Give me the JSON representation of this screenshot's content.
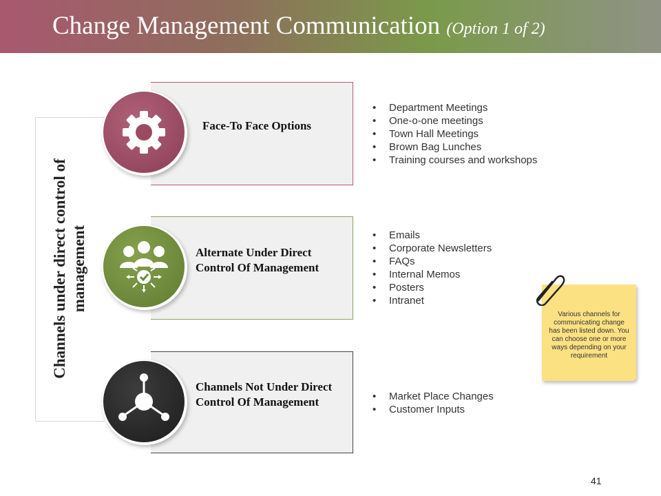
{
  "header": {
    "title": "Change Management Communication",
    "subtitle": "(Option 1 of 2)"
  },
  "side_label": "Channels under direct control of management",
  "sections": [
    {
      "label": "Face-To Face Options",
      "icon": "gear-icon",
      "color": "#9e4e66",
      "items": [
        "Department Meetings",
        "One-o-one meetings",
        "Town Hall Meetings",
        "Brown Bag Lunches",
        "Training  courses and workshops"
      ]
    },
    {
      "label": "Alternate Under Direct Control Of Management",
      "icon": "team-icon",
      "color": "#76913f",
      "items": [
        "Emails",
        "Corporate Newsletters",
        "FAQs",
        "Internal Memos",
        "Posters",
        "Intranet"
      ]
    },
    {
      "label": "Channels Not Under Direct Control Of Management",
      "icon": "network-icon",
      "color": "#2f2f2f",
      "items": [
        "Market Place Changes",
        "Customer Inputs"
      ]
    }
  ],
  "note": {
    "text": "Various channels for communicating change has been listed down. You can choose one or more ways depending on your requirement",
    "color": "#fce183"
  },
  "page_number": "41"
}
